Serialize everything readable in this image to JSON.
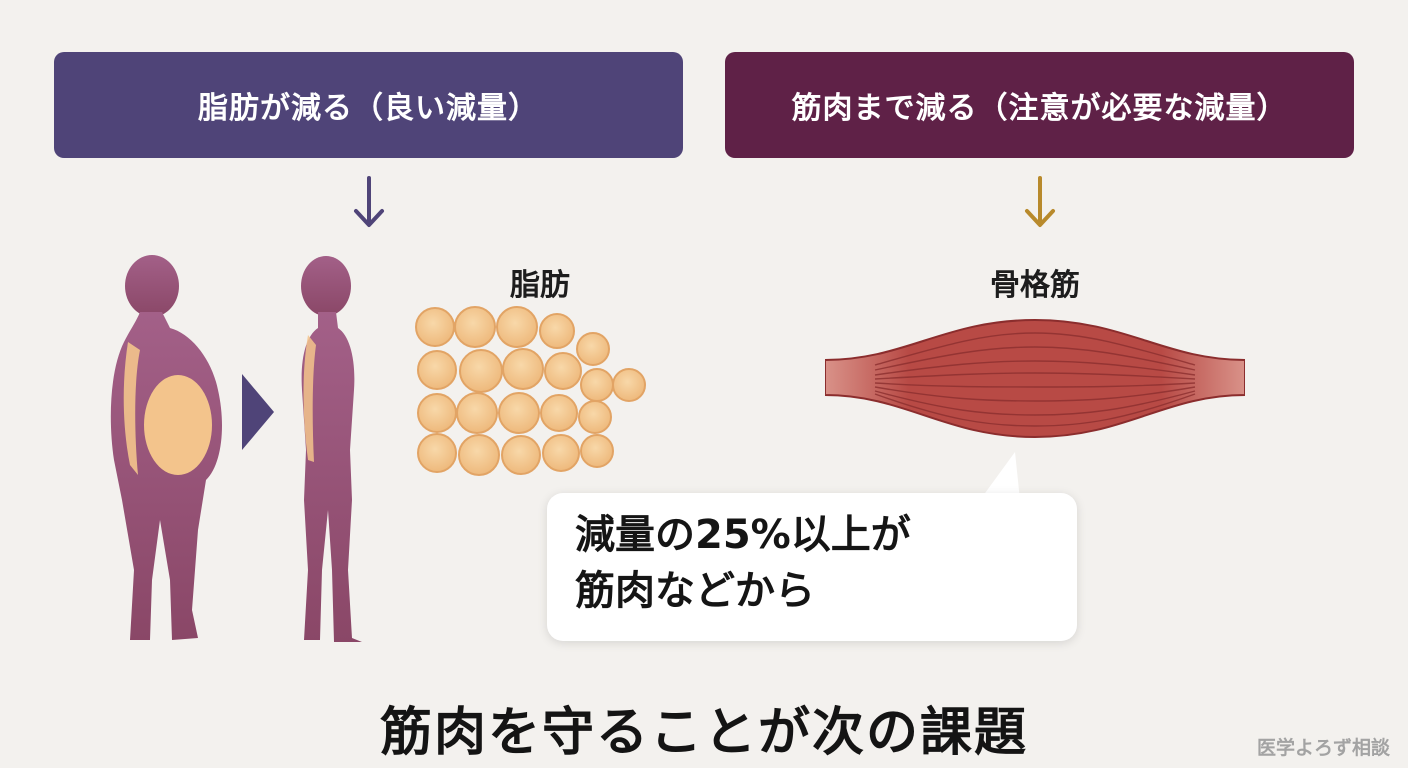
{
  "left_panel": {
    "header": "脂肪が減る（良い減量）",
    "label": "脂肪",
    "colors": {
      "header_bg": "#4f4478",
      "arrow": "#4f4478",
      "body": "#8f4e73",
      "fat": "#f3c48c"
    }
  },
  "right_panel": {
    "header": "筋肉まで減る（注意が必要な減量）",
    "label": "骨格筋",
    "colors": {
      "header_bg": "#5f2147",
      "arrow": "#b88a2c",
      "muscle": "#b84a45"
    }
  },
  "callout": {
    "lines": [
      "減量の25%以上が",
      "筋肉などから"
    ]
  },
  "footer_title": "筋肉を守ることが次の課題",
  "watermark": "医学よろず相談",
  "icons": [
    "down-arrow-icon",
    "play-triangle-icon"
  ]
}
